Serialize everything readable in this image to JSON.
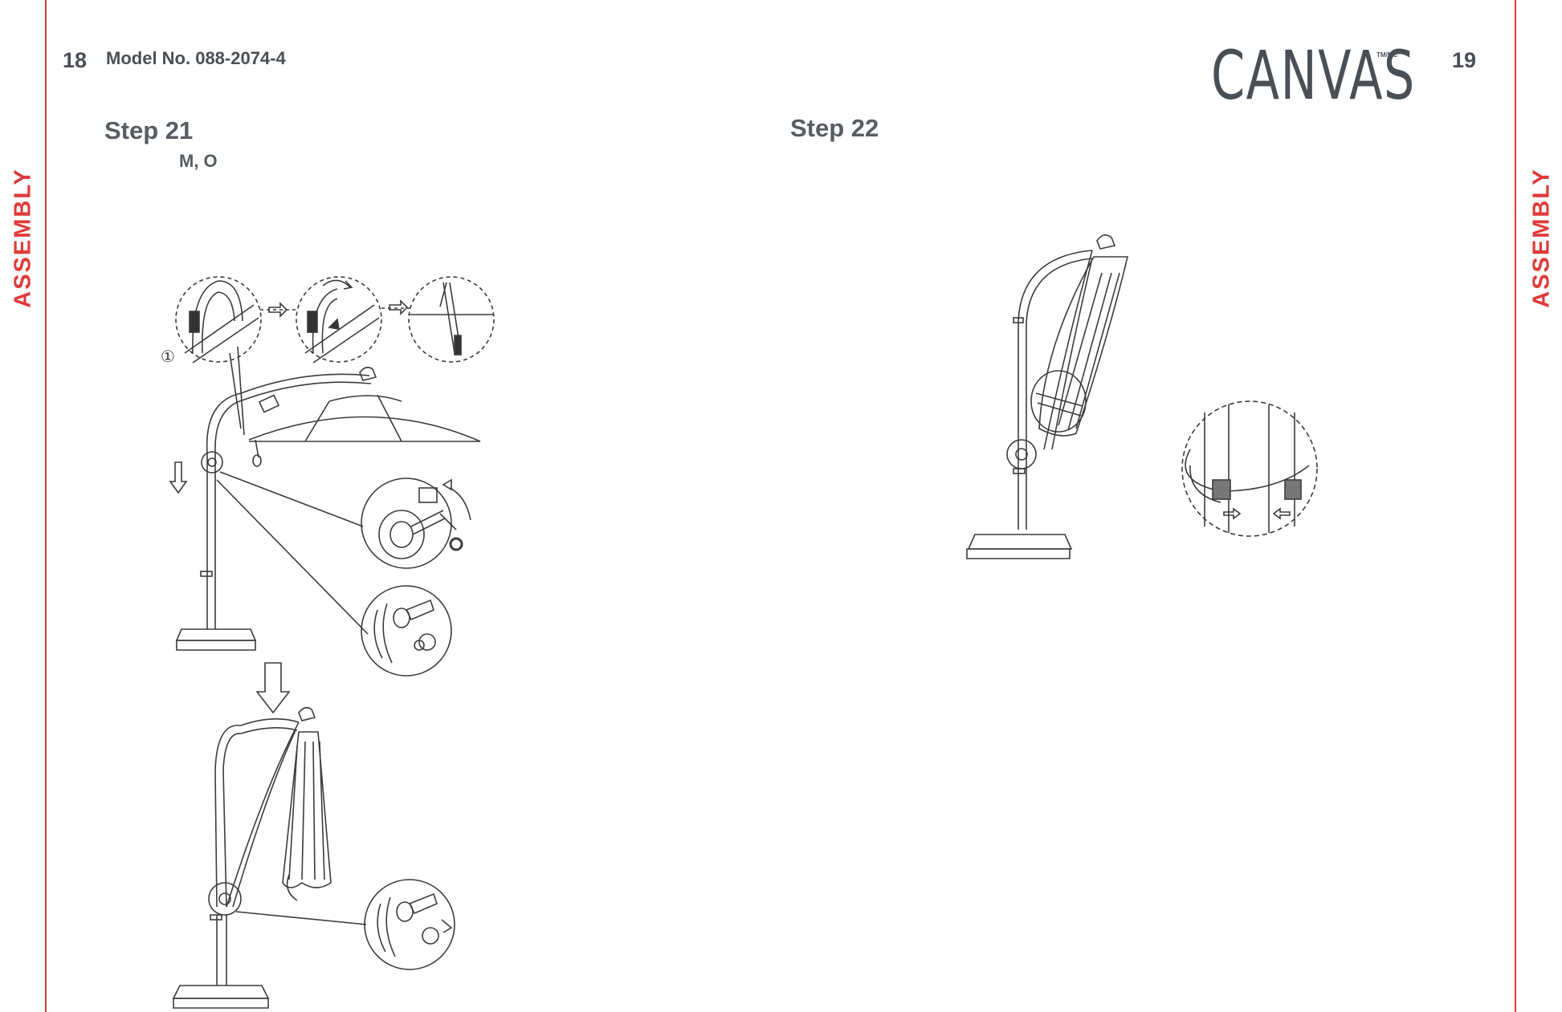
{
  "left_page": {
    "page_number": "18",
    "model_number": "Model No. 088-2074-4",
    "side_tab": "ASSEMBLY",
    "step": {
      "title": "Step 21",
      "parts": "M, O",
      "callout_number": "①",
      "part_label": "O"
    }
  },
  "right_page": {
    "page_number": "19",
    "brand": "CANVAS",
    "trademark": "TM/MC",
    "side_tab": "ASSEMBLY",
    "step": {
      "title": "Step 22"
    }
  },
  "colors": {
    "accent": "#e03a3a",
    "text": "#4a4f55",
    "line": "#3c3c3c"
  }
}
